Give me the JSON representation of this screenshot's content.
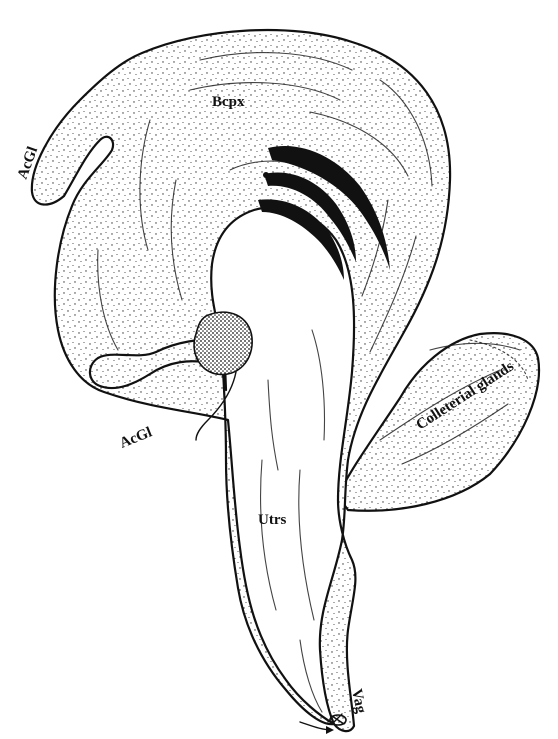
{
  "diagram": {
    "labels": {
      "bursa_copulatrix": "Bcpx",
      "accessory_gland_upper": "AcGl",
      "accessory_gland_lower": "AcGl",
      "colleterial_glands": "Colleterial glands",
      "uterus": "Utrs",
      "vagina": "Vag"
    },
    "colors": {
      "ink": "#111111",
      "background": "#ffffff"
    }
  }
}
